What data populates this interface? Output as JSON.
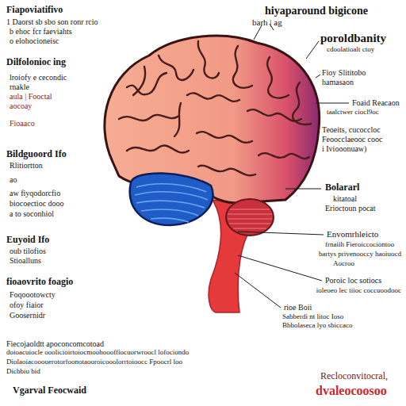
{
  "diagram": {
    "labels": [
      "Fiapoviatifivo",
      "1 Daorst sb sbo son ronr rcio",
      "b ehoc fcr faeviahts",
      "o elohocioneisc",
      "Dilfolonioc ing",
      "lroiofy e cecondic",
      "rnakle",
      "aula | Fooctal",
      "aocoay",
      "Fioaaco",
      "Bildguoord Ifo",
      "Rlitiortton",
      "ao",
      "aw fiyqodorcfio",
      "biocoectioc dooo",
      "a to soconhiol",
      "Euyoid Ifo",
      "oub tilofios",
      "Stioalluns",
      "fioaovrito foagio",
      "Foqoootowcty",
      "ofoy fiaior",
      "Goosernidr",
      "Fiecojaoldtt apoconcomcotoad",
      "doioacuiocle ooolicioirtoiocmoohoooffiocuorwroocl lofociondo",
      "Diolaoiacooouerotorfoonotaooroicooolorrtoioocc Fpoocrl loo",
      "Dicbbiu bid",
      "Vgarval Feocwaid",
      "hiyaparound bigicone",
      "barh | ag",
      "poroldbanity",
      "cdoolatioalt ctoy",
      "Fioy Slititobo",
      "hamasaon",
      "Foaid Reacaon",
      "taalctwer ciocl9oc",
      "Teoeits, cucoccloc",
      "Feoocclaeooc cooc",
      "i Iviooonuaw)",
      "Bolararl",
      "kitatoal",
      "Erioctoun pocat",
      "Envomrhleicto",
      "frnaiih Fieroiccociontoo",
      "bartys privenooccy haoiuocd",
      "Aocroo",
      "Poroic loc sotiocs",
      "ioleoeo lec tiioc coccuoodooc",
      "rioe Boii",
      "Sabberdi nt litoc Ioso",
      "Bbbolaseca lyo sbiccaco",
      "Recloconvitocral,",
      "dvaleocoosoo"
    ]
  }
}
